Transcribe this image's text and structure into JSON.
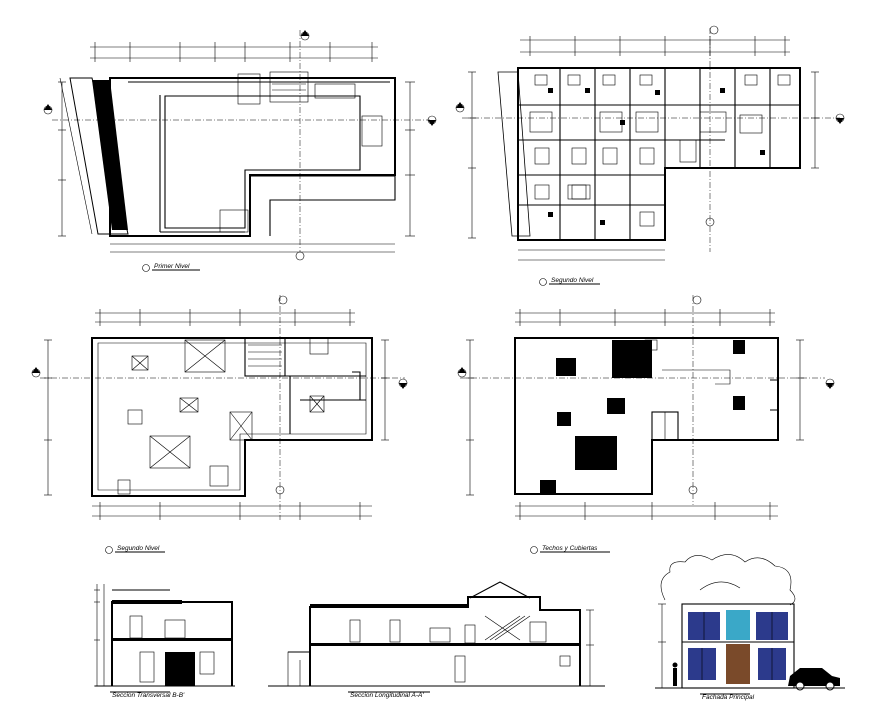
{
  "sheet": {
    "title": "Architectural drawing sheet",
    "views": [
      {
        "id": "plan-first-level",
        "label": "Primer Nivel"
      },
      {
        "id": "plan-second-level",
        "label": "Segundo Nivel"
      },
      {
        "id": "plan-second-level-b",
        "label": "Segundo Nivel"
      },
      {
        "id": "plan-roofs",
        "label": "Techos y Cubiertas"
      },
      {
        "id": "section-bb",
        "label": "Seccion Transversal B-B'"
      },
      {
        "id": "section-aa",
        "label": "Seccion Longitudinal A-A'"
      },
      {
        "id": "facade-main",
        "label": "Fachada Principal"
      }
    ]
  },
  "colors": {
    "ink": "#000000",
    "background": "#ffffff",
    "facade_blue": "#2c3a8c",
    "facade_cyan": "#3aa8c8",
    "facade_brown": "#7a4a2a"
  }
}
